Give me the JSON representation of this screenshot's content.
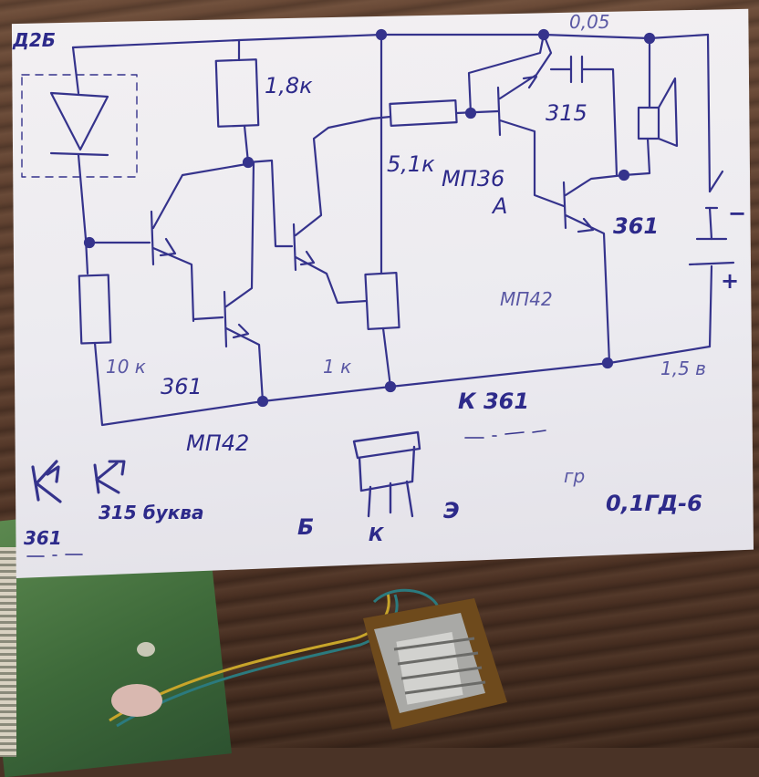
{
  "labels": {
    "diode": "Д2Б",
    "r_top": "1,8к",
    "r_left": "10 к",
    "r_mid": "1 к",
    "r_base": "5,1к",
    "cap": "0,05",
    "t_mid": "МП36",
    "t_mid_letter": "А",
    "t_top": "315",
    "t_right": "361",
    "t_right2": "МП42",
    "t_left": "361",
    "t_left2": "МП42",
    "battery_plus": "+",
    "battery_minus": "−",
    "battery_volt": "1,5 в",
    "legend_361": "К 361",
    "pin_b": "Б",
    "pin_k": "К",
    "pin_e": "Э",
    "legend_361_small": "361",
    "legend_315": "315 буква",
    "speaker": "гр",
    "speaker_model": "0,1ГД-6"
  }
}
